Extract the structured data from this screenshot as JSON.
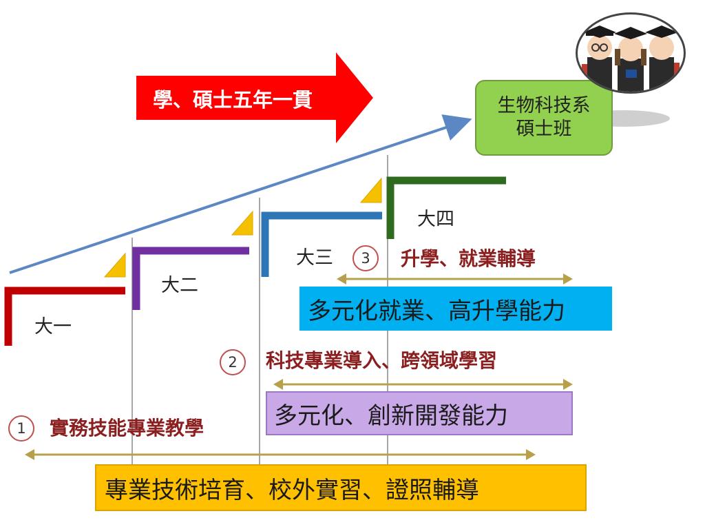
{
  "arrow": {
    "text": "學、碩士五年一貫"
  },
  "target_box": {
    "line1": "生物科技系",
    "line2": "碩士班"
  },
  "years": {
    "y1": "大一",
    "y2": "大二",
    "y3": "大三",
    "y4": "大四"
  },
  "tiers": [
    {
      "num": "1",
      "title": "實務技能專業教學",
      "box": "專業技術培育、校外實習、證照輔導"
    },
    {
      "num": "2",
      "title": "科技專業導入、跨領域學習",
      "box": "多元化、創新開發能力"
    },
    {
      "num": "3",
      "title": "升學、就業輔導",
      "box": "多元化就業、高升學能力"
    }
  ],
  "colors": {
    "year1": "#c00000",
    "year2": "#7030a0",
    "year3": "#2e75b6",
    "year4": "#2e6b1f",
    "arrow_red": "#ff0000",
    "trend_line": "#5b87c5",
    "span_arrow": "#b8a04a",
    "tier1_box": "#ffc000",
    "tier2_box": "#c9a8e8",
    "tier3_box": "#00b0f0",
    "target_box": "#92d050"
  },
  "icons": [
    "graduates-badge-icon",
    "trend-arrow-icon",
    "step-triangle-icon",
    "double-arrow-icon"
  ]
}
